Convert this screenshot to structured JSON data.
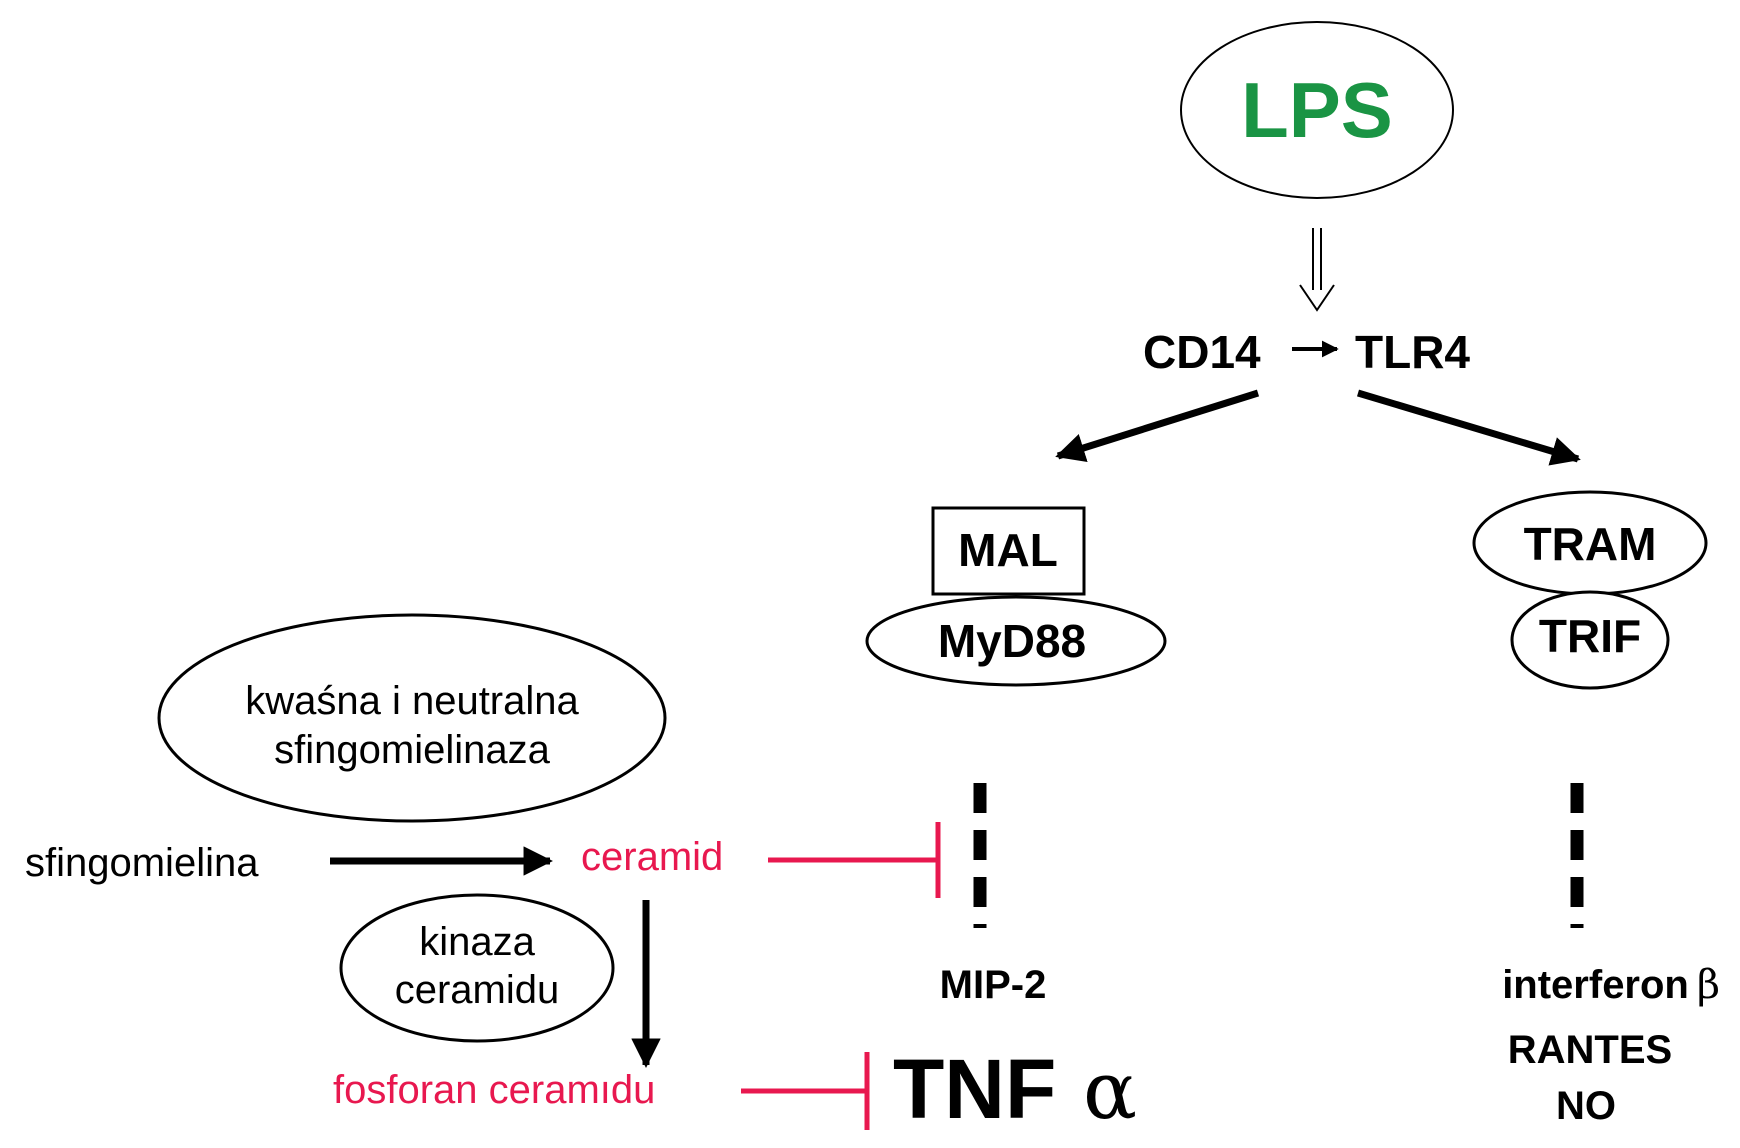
{
  "colors": {
    "lps": "#1a9444",
    "inhibit": "#e8184f",
    "ink": "#000000"
  },
  "lps": {
    "label": "LPS"
  },
  "receptor": {
    "cd14": "CD14",
    "tlr4": "TLR4"
  },
  "myd88_branch": {
    "mal": "MAL",
    "myd88": "MyD88",
    "output": "MIP-2"
  },
  "trif_branch": {
    "tram": "TRAM",
    "trif": "TRIF",
    "outputs": {
      "interferon": "interferon",
      "beta": "β",
      "rantes": "RANTES",
      "no": "NO"
    }
  },
  "sphingo": {
    "enzyme_line1": "kwaśna i neutralna",
    "enzyme_line2": "sfingomielinaza",
    "substrate": "sfingomielina",
    "ceramide": "ceramid",
    "kinase_line1": "kinaza",
    "kinase_line2": "ceramidu",
    "phosphorylated": "fosforan ceramıdu"
  },
  "tnf": {
    "label": "TNF",
    "alpha": "α"
  }
}
